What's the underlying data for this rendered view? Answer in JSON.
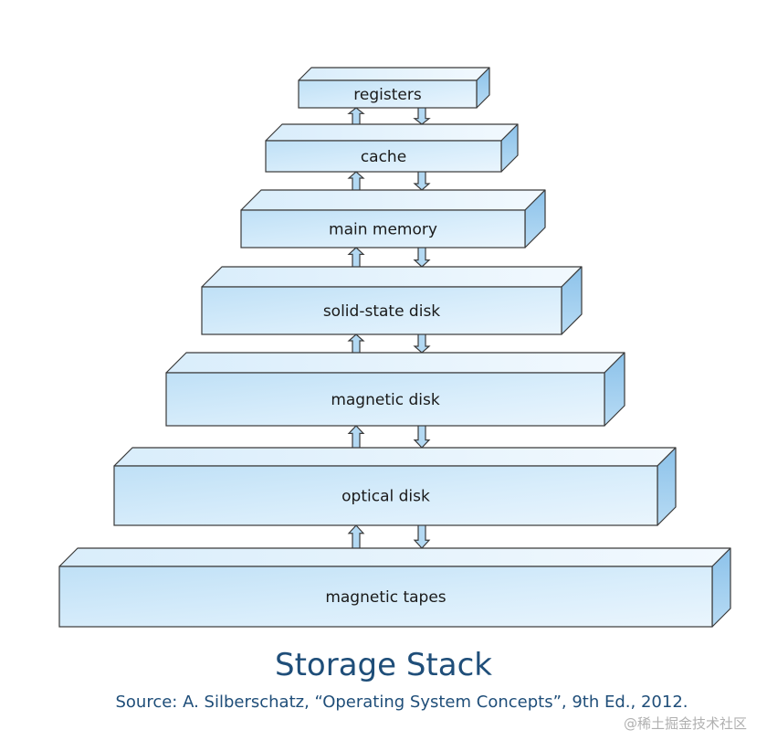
{
  "diagram": {
    "levels": [
      {
        "label": "registers"
      },
      {
        "label": "cache"
      },
      {
        "label": "main memory"
      },
      {
        "label": "solid-state disk"
      },
      {
        "label": "magnetic disk"
      },
      {
        "label": "optical disk"
      },
      {
        "label": "magnetic tapes"
      }
    ]
  },
  "caption": {
    "title": "Storage Stack",
    "source": "Source: A. Silberschatz, “Operating System Concepts”, 9th Ed., 2012."
  },
  "watermark": "@稀土掘金技术社区",
  "colors": {
    "box_front": "#c9e4f7",
    "box_top": "#e4f2fc",
    "box_side": "#8dc3ea",
    "stroke": "#3a3a3a",
    "arrow_fill": "#b3d9f3",
    "caption": "#1f4e79",
    "watermark": "#b0b0b0"
  }
}
